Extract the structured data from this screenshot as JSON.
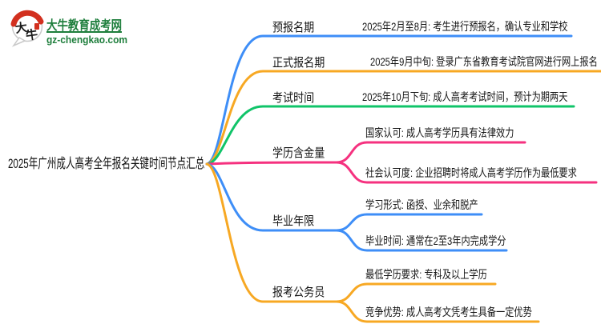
{
  "logo": {
    "name": "大牛教育成考网",
    "domain": "gz-chengkao.com",
    "icon_char_1": "大",
    "icon_char_2": "牛",
    "brand_green": "#1e7e3c",
    "icon_red": "#d2301f"
  },
  "root": {
    "title": "2025年广州成人高考全年报名关键时间节点汇总"
  },
  "branches": [
    {
      "label": "预报名期",
      "color": "#3e8ef7",
      "children": [
        {
          "text": "2025年2月至8月: 考生进行预报名，确认专业和学校"
        }
      ]
    },
    {
      "label": "正式报名期",
      "color": "#f7a823",
      "children": [
        {
          "text": "2025年9月中旬: 登录广东省教育考试院官网进行网上报名"
        }
      ]
    },
    {
      "label": "考试时间",
      "color": "#10c469",
      "children": [
        {
          "text": "2025年10月下旬: 成人高考考试时间，预计为期两天"
        }
      ]
    },
    {
      "label": "学历含金量",
      "color": "#f5317f",
      "children": [
        {
          "text": "国家认可: 成人高考学历具有法律效力"
        },
        {
          "text": "社会认可度: 企业招聘时将成人高考学历作为最低要求"
        }
      ]
    },
    {
      "label": "毕业年限",
      "color": "#3e8ef7",
      "children": [
        {
          "text": "学习形式: 函授、业余和脱产"
        },
        {
          "text": "毕业时间: 通常在2至3年内完成学分"
        }
      ]
    },
    {
      "label": "报考公务员",
      "color": "#f7a823",
      "children": [
        {
          "text": "最低学历要求: 专科及以上学历"
        },
        {
          "text": "竞争优势: 成人高考文凭考生具备一定优势"
        }
      ]
    }
  ]
}
